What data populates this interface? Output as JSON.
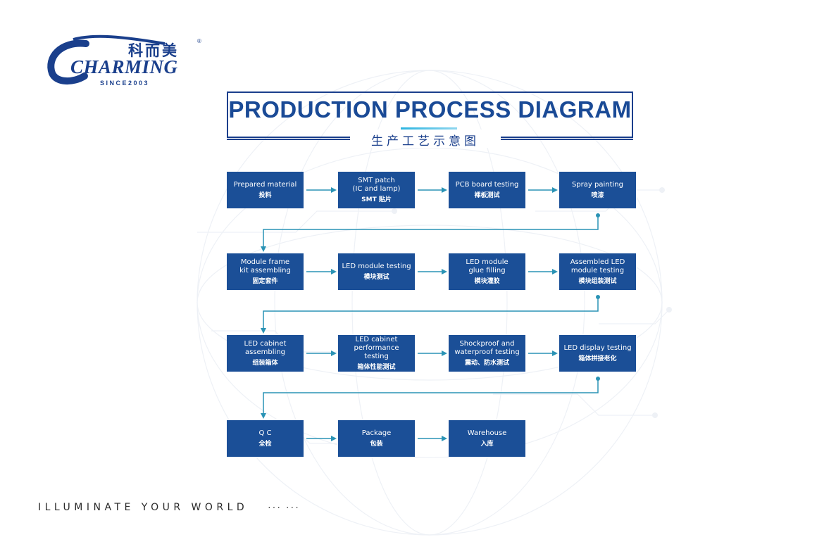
{
  "logo": {
    "cn": "科而美",
    "reg": "®",
    "word": "CHARMING",
    "since": "SINCE2003"
  },
  "title": {
    "main": "PRODUCTION PROCESS DIAGRAM",
    "sub": "生产工艺示意图"
  },
  "rows": [
    [
      {
        "en": "Prepared material",
        "cn": "投料"
      },
      {
        "en": "SMT patch\n(IC and lamp)",
        "cn": "SMT 贴片"
      },
      {
        "en": "PCB board testing",
        "cn": "裸板测试"
      },
      {
        "en": "Spray painting",
        "cn": "喷漆"
      }
    ],
    [
      {
        "en": "Module frame\nkit assembling",
        "cn": "固定套件"
      },
      {
        "en": "LED module testing",
        "cn": "模块测试"
      },
      {
        "en": "LED module\nglue filling",
        "cn": "模块灌胶"
      },
      {
        "en": "Assembled LED\nmodule testing",
        "cn": "模块组装测试"
      }
    ],
    [
      {
        "en": "LED cabinet\nassembling",
        "cn": "组装箱体"
      },
      {
        "en": "LED cabinet\nperformance testing",
        "cn": "箱体性能测试"
      },
      {
        "en": "Shockproof and\nwaterproof testing",
        "cn": "震动、防水测试"
      },
      {
        "en": "LED display testing",
        "cn": "箱体拼接老化"
      }
    ],
    [
      {
        "en": "Q C",
        "cn": "全检"
      },
      {
        "en": "Package",
        "cn": "包装"
      },
      {
        "en": "Warehouse",
        "cn": "入库"
      }
    ]
  ],
  "footer": {
    "tagline": "ILLUMINATE YOUR WORLD",
    "dots": "··· ···"
  },
  "colors": {
    "box": "#1b4f97",
    "arrow": "#2a93b5",
    "brand": "#1a3f8c"
  }
}
